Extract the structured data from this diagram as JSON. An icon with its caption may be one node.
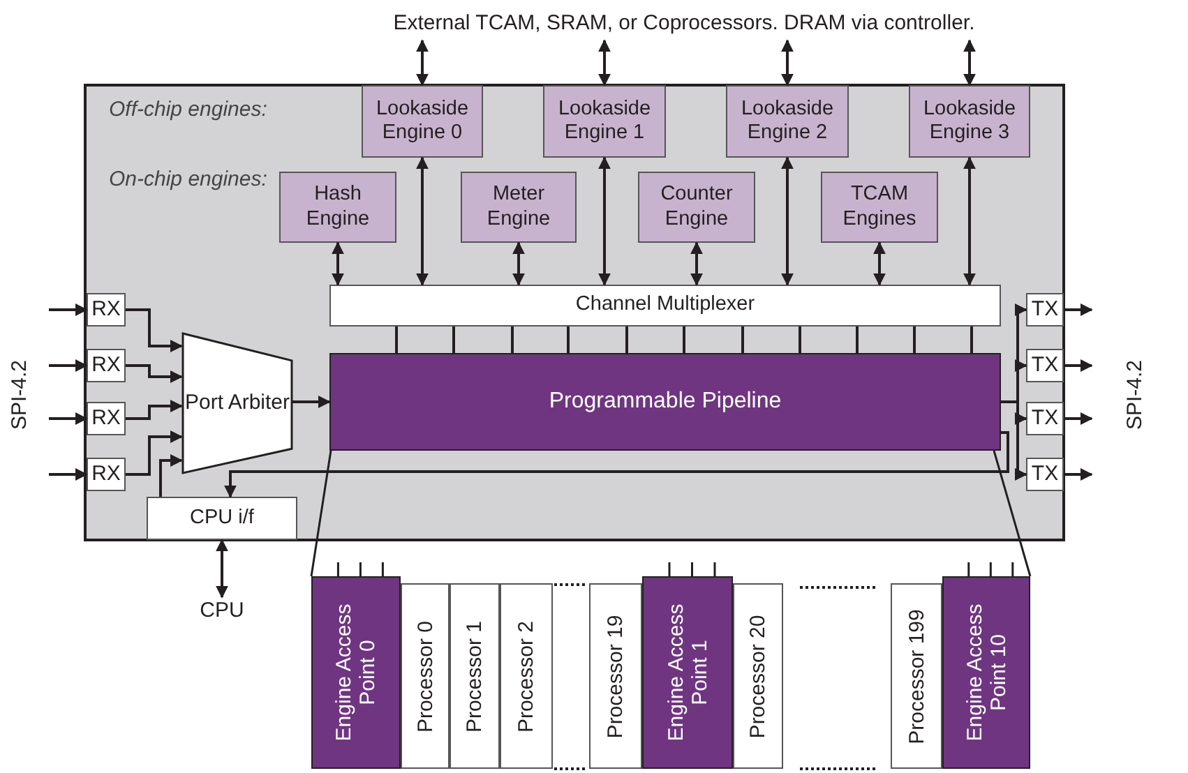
{
  "diagram": {
    "nodes": [
      {
        "text": [
          "External TCAM, SRAM, or Coprocessors. DRAM via controller."
        ]
      },
      {
        "text": [],
        "shape": "box"
      },
      {
        "text": [
          "Lookaside Engine 0"
        ],
        "in": 1
      },
      {
        "text": [
          "Lookaside Engine 1"
        ],
        "in": 1
      },
      {
        "text": [
          "Lookaside Engine 2"
        ],
        "in": 1
      },
      {
        "text": [
          "Lookaside Engine 3"
        ],
        "in": 1
      },
      {
        "text": [
          "Hash Engine"
        ],
        "in": 1
      },
      {
        "text": [
          "Meter Engine"
        ],
        "in": 1
      },
      {
        "text": [
          "Counter Engine"
        ],
        "in": 1
      },
      {
        "text": [
          "TCAM Engines"
        ],
        "in": 1
      },
      {
        "text": [
          "Channel Multiplexer"
        ],
        "in": 1
      },
      {
        "text": [
          "Programmable Pipeline"
        ],
        "in": 1
      },
      {
        "text": [
          "RX"
        ],
        "in": 1
      },
      {
        "text": [
          "RX"
        ],
        "in": 1
      },
      {
        "text": [
          "RX"
        ],
        "in": 1
      },
      {
        "text": [
          "RX"
        ],
        "in": 1
      },
      {
        "text": [
          "Port Arbiter"
        ],
        "in": 1
      },
      {
        "text": [
          "TX"
        ],
        "in": 1
      },
      {
        "text": [
          "TX"
        ],
        "in": 1
      },
      {
        "text": [
          "TX"
        ],
        "in": 1
      },
      {
        "text": [
          "TX"
        ],
        "in": 1
      },
      {
        "text": [
          "CPU i/f"
        ],
        "in": 1
      },
      {
        "text": [
          "CPU"
        ]
      },
      {
        "text": [
          "Engine Access Point 0"
        ]
      },
      {
        "text": [
          "Processor 0"
        ]
      },
      {
        "text": [
          "Processor 1"
        ]
      },
      {
        "text": [
          "Processor 2"
        ]
      },
      {
        "text": [
          "Processor 19"
        ]
      },
      {
        "text": [
          "Engine Access Point 1"
        ]
      },
      {
        "text": [
          "Processor 20"
        ]
      },
      {
        "text": [
          "Processor 199"
        ]
      },
      {
        "text": [
          "Engine Access Point 10"
        ]
      }
    ],
    "edges": [
      {
        "from": 0,
        "to": 2,
        "arrow": "both"
      },
      {
        "from": 0,
        "to": 3,
        "arrow": "both"
      },
      {
        "from": 0,
        "to": 4,
        "arrow": "both"
      },
      {
        "from": 0,
        "to": 5,
        "arrow": "both"
      },
      {
        "from": 2,
        "to": 10,
        "arrow": "both"
      },
      {
        "from": 3,
        "to": 10,
        "arrow": "both"
      },
      {
        "from": 4,
        "to": 10,
        "arrow": "both"
      },
      {
        "from": 5,
        "to": 10,
        "arrow": "both"
      },
      {
        "from": 6,
        "to": 10,
        "arrow": "both"
      },
      {
        "from": 7,
        "to": 10,
        "arrow": "both"
      },
      {
        "from": 8,
        "to": 10,
        "arrow": "both"
      },
      {
        "from": 9,
        "to": 10,
        "arrow": "both"
      },
      {
        "from": null,
        "to": 12,
        "arrow": "to"
      },
      {
        "from": null,
        "to": 13,
        "arrow": "to"
      },
      {
        "from": null,
        "to": 14,
        "arrow": "to"
      },
      {
        "from": null,
        "to": 15,
        "arrow": "to"
      },
      {
        "from": 12,
        "to": 16,
        "arrow": "to"
      },
      {
        "from": 13,
        "to": 16,
        "arrow": "to"
      },
      {
        "from": 14,
        "to": 16,
        "arrow": "to"
      },
      {
        "from": 15,
        "to": 16,
        "arrow": "to"
      },
      {
        "from": 21,
        "to": 16,
        "arrow": "to"
      },
      {
        "from": 16,
        "to": 11,
        "arrow": "to"
      },
      {
        "from": 11,
        "to": 17,
        "arrow": "to"
      },
      {
        "from": 11,
        "to": 18,
        "arrow": "to"
      },
      {
        "from": 11,
        "to": 19,
        "arrow": "to"
      },
      {
        "from": 11,
        "to": 20,
        "arrow": "to"
      },
      {
        "from": 17,
        "to": null,
        "arrow": "to"
      },
      {
        "from": 18,
        "to": null,
        "arrow": "to"
      },
      {
        "from": 19,
        "to": null,
        "arrow": "to"
      },
      {
        "from": 20,
        "to": null,
        "arrow": "to"
      },
      {
        "from": 11,
        "to": 21,
        "arrow": "to"
      },
      {
        "from": 21,
        "to": 22,
        "arrow": "both"
      },
      {
        "from": 10,
        "to": 11,
        "arrow": "none"
      },
      {
        "from": 10,
        "to": 11,
        "arrow": "none"
      },
      {
        "from": 10,
        "to": 11,
        "arrow": "none"
      },
      {
        "from": 10,
        "to": 11,
        "arrow": "none"
      },
      {
        "from": 10,
        "to": 11,
        "arrow": "none"
      },
      {
        "from": 10,
        "to": 11,
        "arrow": "none"
      },
      {
        "from": 10,
        "to": 11,
        "arrow": "none"
      },
      {
        "from": 10,
        "to": 11,
        "arrow": "none"
      },
      {
        "from": 10,
        "to": 11,
        "arrow": "none"
      },
      {
        "from": 10,
        "to": 11,
        "arrow": "none"
      },
      {
        "from": 10,
        "to": 11,
        "arrow": "none"
      }
    ],
    "labels": [
      "Off-chip engines:",
      "On-chip engines:",
      "SPI-4.2",
      "SPI-4.2"
    ]
  }
}
